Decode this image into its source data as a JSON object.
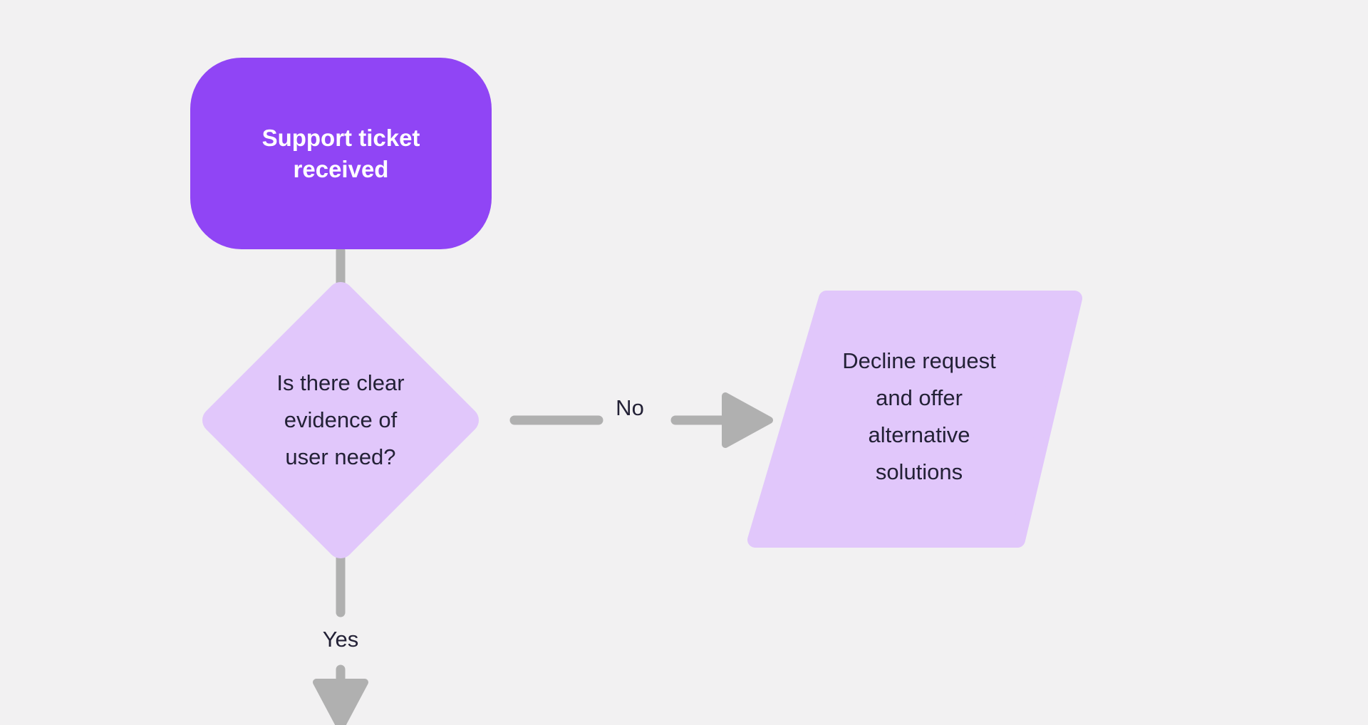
{
  "diagram": {
    "type": "flowchart",
    "background_color": "#f2f1f2",
    "connector_color": "#b0b0b0",
    "text_color_dark": "#232136",
    "text_color_light": "#ffffff",
    "nodes": [
      {
        "id": "start",
        "shape": "rounded-rectangle",
        "label": "Support ticket\nreceived",
        "fill": "#9045f5",
        "text_color": "#ffffff",
        "bold": true
      },
      {
        "id": "decision",
        "shape": "diamond",
        "label": "Is there clear\nevidence of\nuser need?",
        "fill": "#e1c7fb",
        "text_color": "#232136",
        "bold": false
      },
      {
        "id": "process_decline",
        "shape": "parallelogram",
        "label": "Decline request\nand offer\nalternative\nsolutions",
        "fill": "#e1c7fb",
        "text_color": "#232136",
        "bold": false
      }
    ],
    "edges": [
      {
        "id": "start-to-decision",
        "from": "start",
        "to": "decision",
        "label": "",
        "direction": "down",
        "arrowhead": false
      },
      {
        "id": "decision-to-decline",
        "from": "decision",
        "to": "process_decline",
        "label": "No",
        "direction": "right",
        "arrowhead": true
      },
      {
        "id": "decision-to-yes",
        "from": "decision",
        "to": "",
        "label": "Yes",
        "direction": "down",
        "arrowhead": true
      }
    ]
  }
}
